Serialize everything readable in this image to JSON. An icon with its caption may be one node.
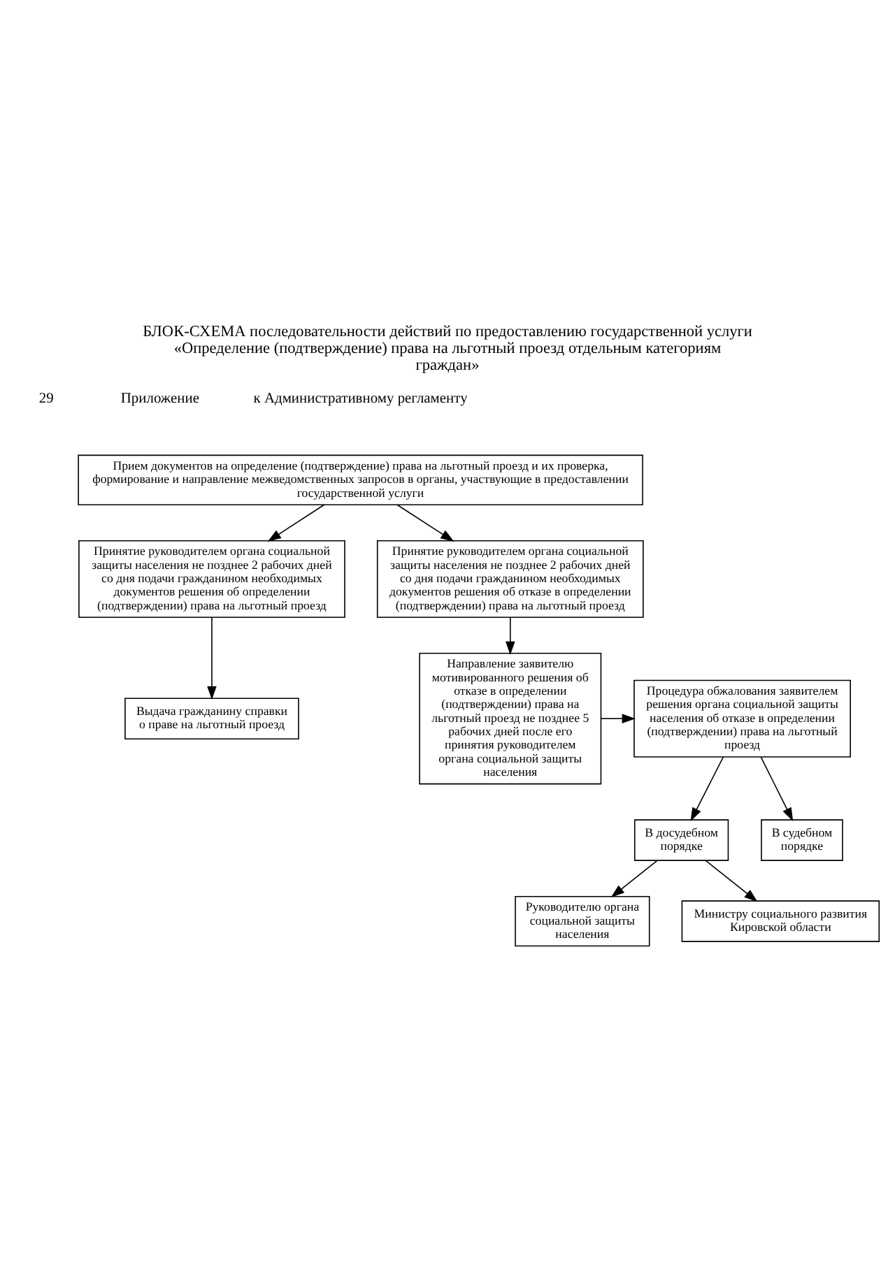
{
  "diagram": {
    "title": "БЛОК-СХЕМА последовательности действий по предоставлению государственной услуги «Определение (подтверждение) права на льготный проезд отдельным категориям граждан»",
    "nodes": [
      {
        "text": [
          "Прием документов на определение (подтверждение) права на льготный проезд и их проверка, формирование и направление межведомственных запросов в органы, участвующие в предоставлении государственной услуги"
        ]
      },
      {
        "text": [
          "Принятие руководителем органа социальной защиты населения не позднее 2 рабочих дней со дня подачи гражданином необходимых документов решения об определении (подтверждении) права на льготный проезд"
        ]
      },
      {
        "text": [
          "Принятие руководителем органа социальной защиты населения не позднее 2 рабочих дней со дня подачи гражданином необходимых документов решения об отказе в определении (подтверждении) права на льготный проезд"
        ]
      },
      {
        "text": [
          "Выдача гражданину справки о праве на льготный проезд"
        ]
      },
      {
        "text": [
          "Процедура обжалования заявителем решения органа социальной защиты населения об отказе в определении (подтверждении) права на льготный проезд"
        ]
      },
      {
        "text": [
          "Направление заявителю мотивированного решения об отказе в определении (подтверждении) права на льготный проезд не позднее 5 рабочих дней после его принятия руководителем органа социальной защиты населения"
        ]
      },
      {
        "text": [
          "В досудебном порядке"
        ]
      },
      {
        "text": [
          "В судебном порядке"
        ]
      },
      {
        "text": [
          "Руководителю органа социальной защиты населения"
        ]
      },
      {
        "text": [
          "Министру социального развития Кировской области"
        ]
      }
    ],
    "edges": [
      {
        "from": 0,
        "to": 1,
        "arrow": "to"
      },
      {
        "from": 0,
        "to": 2,
        "arrow": "to"
      },
      {
        "from": 1,
        "to": 3,
        "arrow": "to"
      },
      {
        "from": 2,
        "to": 5,
        "arrow": "to"
      },
      {
        "from": 5,
        "to": 4,
        "arrow": "to"
      },
      {
        "from": 4,
        "to": 6,
        "arrow": "to"
      },
      {
        "from": 4,
        "to": 7,
        "arrow": "to"
      },
      {
        "from": 6,
        "to": 8,
        "arrow": "to"
      },
      {
        "from": 6,
        "to": 9,
        "arrow": "to"
      }
    ],
    "labels": [
      "29",
      "Приложение",
      "к Административному регламенту"
    ]
  }
}
